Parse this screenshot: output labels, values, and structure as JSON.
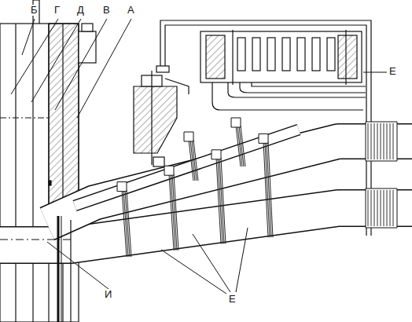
{
  "diagram": {
    "labels": [
      "Б",
      "Г",
      "Д",
      "В",
      "А",
      "Е",
      "И",
      "Е"
    ]
  }
}
